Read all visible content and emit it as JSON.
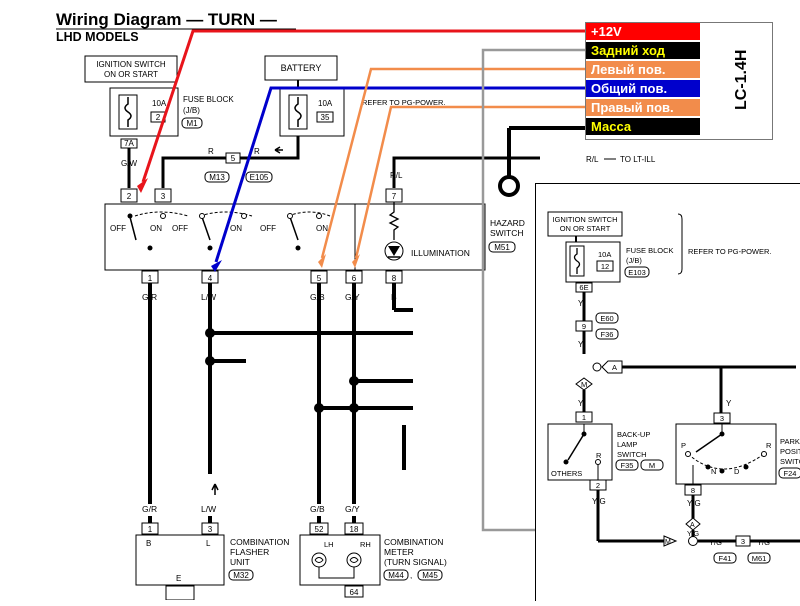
{
  "header": {
    "title": "Wiring Diagram — TURN —",
    "subtitle": "LHD MODELS"
  },
  "legend": {
    "code": "LC-1.4H",
    "rows": [
      {
        "label": "+12V",
        "color": "#ff0000",
        "text_color": "#ffffff"
      },
      {
        "label": "Задний ход",
        "color": "#000000",
        "text_color": "#ffff00"
      },
      {
        "label": "Левый пов.",
        "color": "#f28c4b",
        "text_color": "#ffffff"
      },
      {
        "label": "Общий пов.",
        "color": "#0000cc",
        "text_color": "#ffffff"
      },
      {
        "label": "Правый пов.",
        "color": "#f28c4b",
        "text_color": "#ffffff"
      },
      {
        "label": "Масса",
        "color": "#000000",
        "text_color": "#ffff00"
      }
    ]
  },
  "components": {
    "ignition": {
      "line1": "IGNITION SWITCH",
      "line2": "ON OR START"
    },
    "battery": "BATTERY",
    "fuse_block_left": {
      "label": "FUSE BLOCK",
      "sub": "(J/B)",
      "conn": "M1",
      "rating": "10A",
      "num": "2",
      "term": "7A"
    },
    "fuse_battery": {
      "rating": "10A",
      "num": "35"
    },
    "refer_pg_power": "REFER TO PG-POWER.",
    "wire_gw": "G/W",
    "wire_r": "R",
    "conn_m13": "M13",
    "conn_e105": "E105",
    "pin5_r": "5",
    "wire_rl": "R/L",
    "to_lt_ill": "TO LT-ILL",
    "hazard": {
      "line1": "HAZARD",
      "line2": "SWITCH",
      "conn": "M51"
    },
    "switch_states": {
      "off": "OFF",
      "on": "ON"
    },
    "illumination": "ILLUMINATION",
    "pins_top": [
      "2",
      "3",
      "7"
    ],
    "pins_bottom": [
      "1",
      "4",
      "5",
      "6",
      "8"
    ],
    "wires_bottom": [
      "G/R",
      "L/W",
      "G/B",
      "G/Y",
      "B"
    ],
    "flasher": {
      "line1": "COMBINATION",
      "line2": "FLASHER",
      "line3": "UNIT",
      "conn": "M32",
      "pin_b": "B",
      "pin_l": "L",
      "pin_e": "E",
      "pin1": "1",
      "pin3": "3"
    },
    "meter": {
      "line1": "COMBINATION",
      "line2": "METER",
      "line3": "(TURN SIGNAL)",
      "conn1": "M44",
      "conn2": "M45",
      "lh": "LH",
      "rh": "RH",
      "pin52": "52",
      "pin18": "18",
      "pin64": "64"
    }
  },
  "subdiagram": {
    "ignition": {
      "line1": "IGNITION SWITCH",
      "line2": "ON OR START"
    },
    "fuse_block": {
      "label": "FUSE BLOCK",
      "sub": "(J/B)",
      "conn": "E103",
      "rating": "10A",
      "num": "12",
      "term": "6E"
    },
    "refer": "REFER TO PG-POWER.",
    "wire_y": "Y",
    "conn_e60": "E60",
    "conn_f36": "F36",
    "pin9": "9",
    "node_a": "A",
    "node_m": "M",
    "backup": {
      "line1": "BACK-UP",
      "line2": "LAMP",
      "line3": "SWITCH",
      "conn": "F35",
      "m": "M",
      "r": "R",
      "others": "OTHERS",
      "pin1": "1",
      "pin2": "2"
    },
    "park": {
      "line1": "PARK/",
      "line2": "POSIT",
      "line3": "SWITCH",
      "conn": "F24",
      "p": "P",
      "r": "R",
      "n": "N",
      "d": "D",
      "pin3": "3",
      "pin8": "8"
    },
    "wire_yg": "Y/G",
    "bottom": {
      "m": "M",
      "pin3": "3",
      "f41": "F41",
      "m61": "M61"
    }
  }
}
